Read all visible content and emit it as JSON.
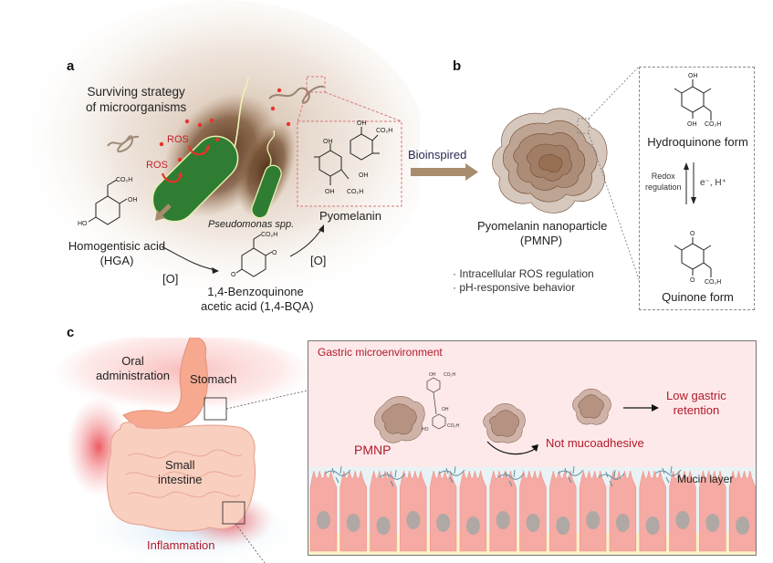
{
  "panel_a": {
    "letter": "a",
    "title_line1": "Surviving strategy",
    "title_line2": "of microorganisms",
    "ros_labels": [
      "ROS",
      "ROS"
    ],
    "organism": "Pseudomonas spp.",
    "hga_name": "Homogentisic acid",
    "hga_abbr": "(HGA)",
    "bqa_line1": "1,4-Benzoquinone",
    "bqa_line2": "acetic acid (1,4-BQA)",
    "oxidation_1": "[O]",
    "oxidation_2": "[O]",
    "pyomelanin": "Pyomelanin",
    "chem_groups": {
      "co2h": "CO₂H",
      "oh": "OH",
      "ho": "HO",
      "o": "O"
    }
  },
  "arrow_ab": {
    "label": "Bioinspired"
  },
  "panel_b": {
    "letter": "b",
    "particle_name": "Pyomelanin nanoparticle",
    "particle_abbr": "(PMNP)",
    "bullets": [
      "· Intracellular ROS regulation",
      "· pH-responsive behavior"
    ],
    "hydroquinone": "Hydroquinone form",
    "quinone": "Quinone form",
    "redox_line1": "Redox",
    "redox_line2": "regulation",
    "electron_label": "e⁻, H⁺"
  },
  "panel_c": {
    "letter": "c",
    "oral_line1": "Oral",
    "oral_line2": "administration",
    "stomach": "Stomach",
    "small_line1": "Small",
    "small_line2": "intestine",
    "inflammation": "Inflammation",
    "gastric_title": "Gastric microenvironment",
    "pmnp": "PMNP",
    "not_mucoadhesive": "Not mucoadhesive",
    "low_line1": "Low gastric",
    "low_line2": "retention",
    "mucin": "Mucin layer"
  },
  "colors": {
    "accent_red": "#c0202a",
    "bacteria_green": "#2f7d32",
    "melanin_brown": "#7a5538",
    "arrow_tan": "#a88c6e",
    "gastric_bg": "#fde9ea",
    "mucin_bg": "#e9f3f5",
    "cell_pink": "#f5aaa3",
    "nucleus_gray": "#b0a8a4",
    "base_yellow": "#fbf1c8"
  }
}
